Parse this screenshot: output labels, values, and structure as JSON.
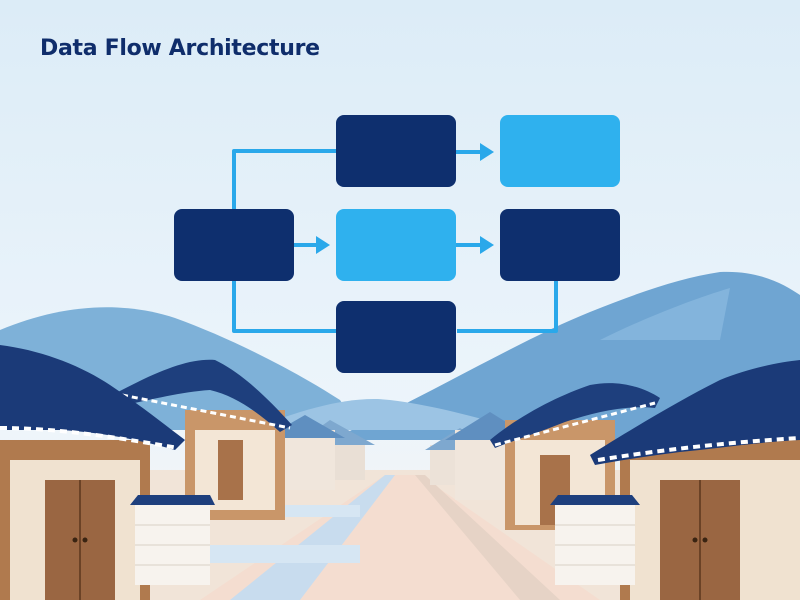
{
  "title": "Data Flow Architecture",
  "colors": {
    "dark_box": "#0e2f6e",
    "light_box": "#2fb1ee",
    "connector": "#2aa8ea",
    "title": "#0f2d6b"
  },
  "diagram": {
    "nodes": [
      {
        "id": "n1",
        "style": "dark"
      },
      {
        "id": "n2",
        "style": "dark"
      },
      {
        "id": "n3",
        "style": "light"
      },
      {
        "id": "n4",
        "style": "light"
      },
      {
        "id": "n5",
        "style": "dark"
      },
      {
        "id": "n6",
        "style": "dark"
      }
    ],
    "edges": [
      {
        "from": "n2",
        "to": "n3",
        "arrow": true
      },
      {
        "from": "n1",
        "to": "n4",
        "arrow": true
      },
      {
        "from": "n4",
        "to": "n5",
        "arrow": true
      },
      {
        "from": "n1",
        "to": "n2",
        "arrow": false
      },
      {
        "from": "n1",
        "to": "n6",
        "arrow": false
      },
      {
        "from": "n6",
        "to": "n5",
        "arrow": false
      }
    ]
  },
  "background": {
    "scene": "hanok village street with mountains",
    "icons": [
      "mountain-icon",
      "hanok-roof-icon",
      "street-icon"
    ]
  }
}
